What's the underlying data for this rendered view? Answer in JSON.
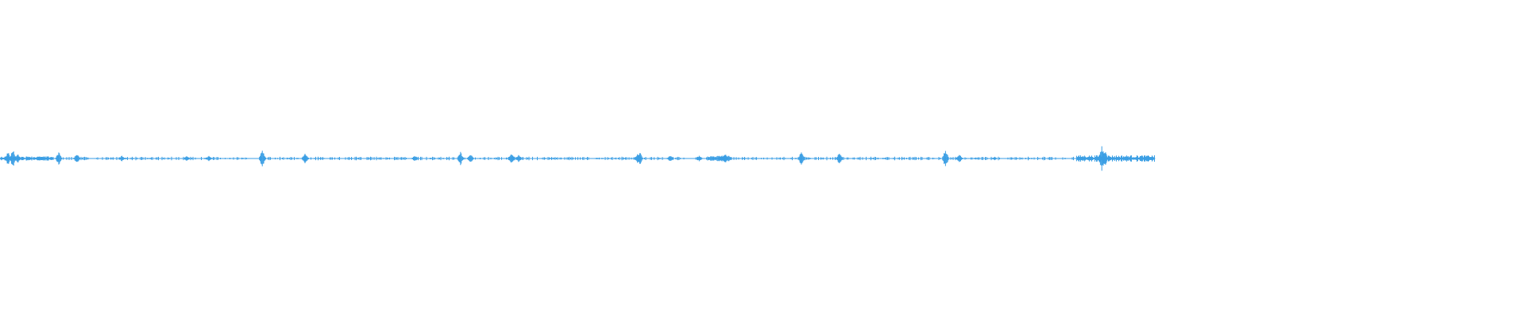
{
  "waveform": {
    "color": "#3a9ee4",
    "background": "#ffffff",
    "audio_end_fraction": 0.7575,
    "bursts": [
      {
        "t": 0.0052,
        "amp": 0.045
      },
      {
        "t": 0.0085,
        "amp": 0.06
      },
      {
        "t": 0.0115,
        "amp": 0.035
      },
      {
        "t": 0.0385,
        "amp": 0.045
      },
      {
        "t": 0.0505,
        "amp": 0.035
      },
      {
        "t": 0.08,
        "amp": 0.02
      },
      {
        "t": 0.1225,
        "amp": 0.02
      },
      {
        "t": 0.137,
        "amp": 0.018
      },
      {
        "t": 0.172,
        "amp": 0.07
      },
      {
        "t": 0.2,
        "amp": 0.04
      },
      {
        "t": 0.272,
        "amp": 0.02
      },
      {
        "t": 0.302,
        "amp": 0.045
      },
      {
        "t": 0.3085,
        "amp": 0.03
      },
      {
        "t": 0.3355,
        "amp": 0.035
      },
      {
        "t": 0.34,
        "amp": 0.025
      },
      {
        "t": 0.418,
        "amp": 0.03
      },
      {
        "t": 0.4195,
        "amp": 0.045
      },
      {
        "t": 0.4395,
        "amp": 0.02
      },
      {
        "t": 0.4585,
        "amp": 0.02
      },
      {
        "t": 0.473,
        "amp": 0.025
      },
      {
        "t": 0.4755,
        "amp": 0.035
      },
      {
        "t": 0.5255,
        "amp": 0.05
      },
      {
        "t": 0.5505,
        "amp": 0.045
      },
      {
        "t": 0.62,
        "amp": 0.06
      },
      {
        "t": 0.629,
        "amp": 0.03
      },
      {
        "t": 0.652,
        "amp": 0.012
      },
      {
        "t": 0.7225,
        "amp": 0.085
      },
      {
        "t": 0.7245,
        "amp": 0.06
      }
    ],
    "dense_regions": [
      {
        "from": 0.706,
        "to": 0.7575,
        "amp": 0.018
      },
      {
        "from": 0.464,
        "to": 0.48,
        "amp": 0.015
      },
      {
        "from": 0.0,
        "to": 0.035,
        "amp": 0.012
      }
    ]
  }
}
